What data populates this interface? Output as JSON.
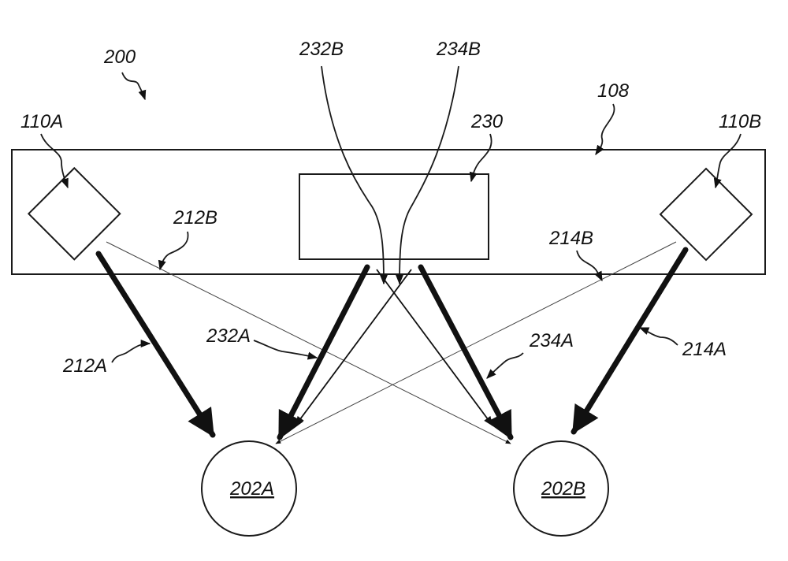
{
  "figure": {
    "labels": {
      "fig_ref": "200",
      "frame": "108",
      "emitter_left": "110A",
      "emitter_right": "110B",
      "center_box": "230",
      "input_left": "232B",
      "input_right": "234B",
      "thin_beam_left": "212B",
      "thin_beam_right": "214B",
      "thick_beam_left": "212A",
      "thick_beam_right": "214A",
      "center_beam_left": "232A",
      "center_beam_right": "234A",
      "target_left": "202A",
      "target_right": "202B"
    },
    "colors": {
      "line": "#111111",
      "background": "#ffffff"
    }
  }
}
